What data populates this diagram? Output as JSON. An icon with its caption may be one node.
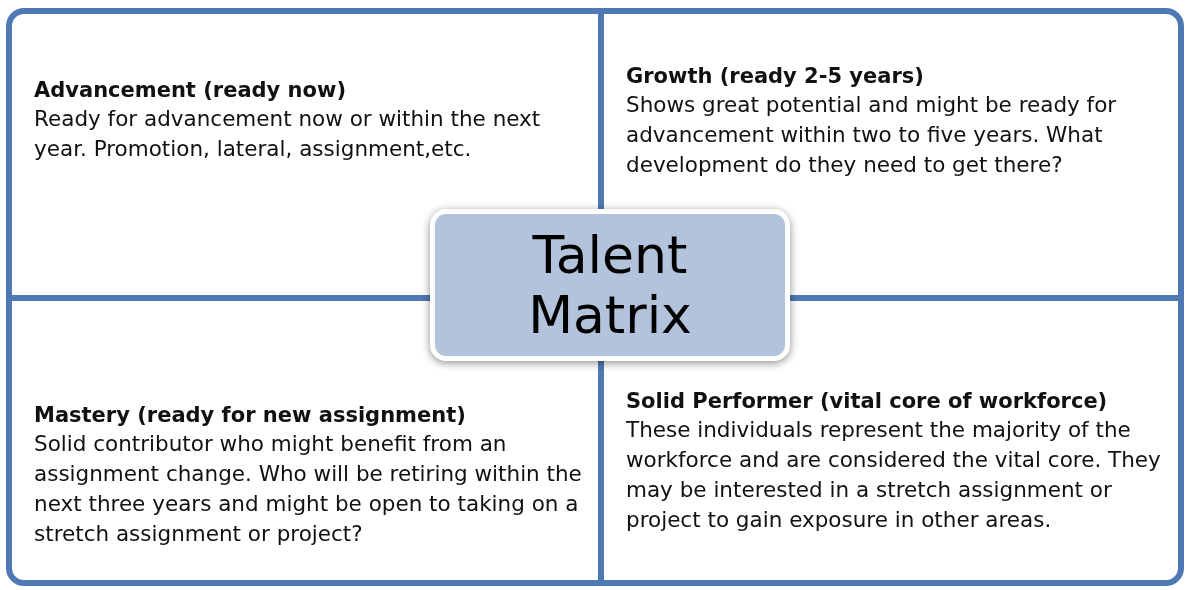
{
  "diagram": {
    "nodes": [
      {
        "text": [],
        "shape": "box"
      },
      {
        "text": [
          "Advancement (ready now)",
          "Ready for advancement now or within the next year. Promotion, lateral, assignment,etc."
        ],
        "in": 0
      },
      {
        "text": [
          "Growth (ready 2-5 years)",
          "Shows great potential and might be ready for advancement within two to five years. What development do they need to get there?"
        ],
        "in": 0
      },
      {
        "text": [
          "Talent Matrix"
        ],
        "in": 0
      },
      {
        "text": [
          "Mastery (ready for new assignment)",
          "Solid contributor who might benefit from an assignment change. Who will be retiring within the next three years and might be open to taking on a stretch assignment or project?"
        ],
        "in": 0
      },
      {
        "text": [
          "Solid Performer (vital core of workforce)",
          "These individuals represent the majority of the workforce and are considered the vital core. They may be interested in a stretch assignment or project to gain exposure in other areas."
        ],
        "in": 0
      }
    ]
  }
}
